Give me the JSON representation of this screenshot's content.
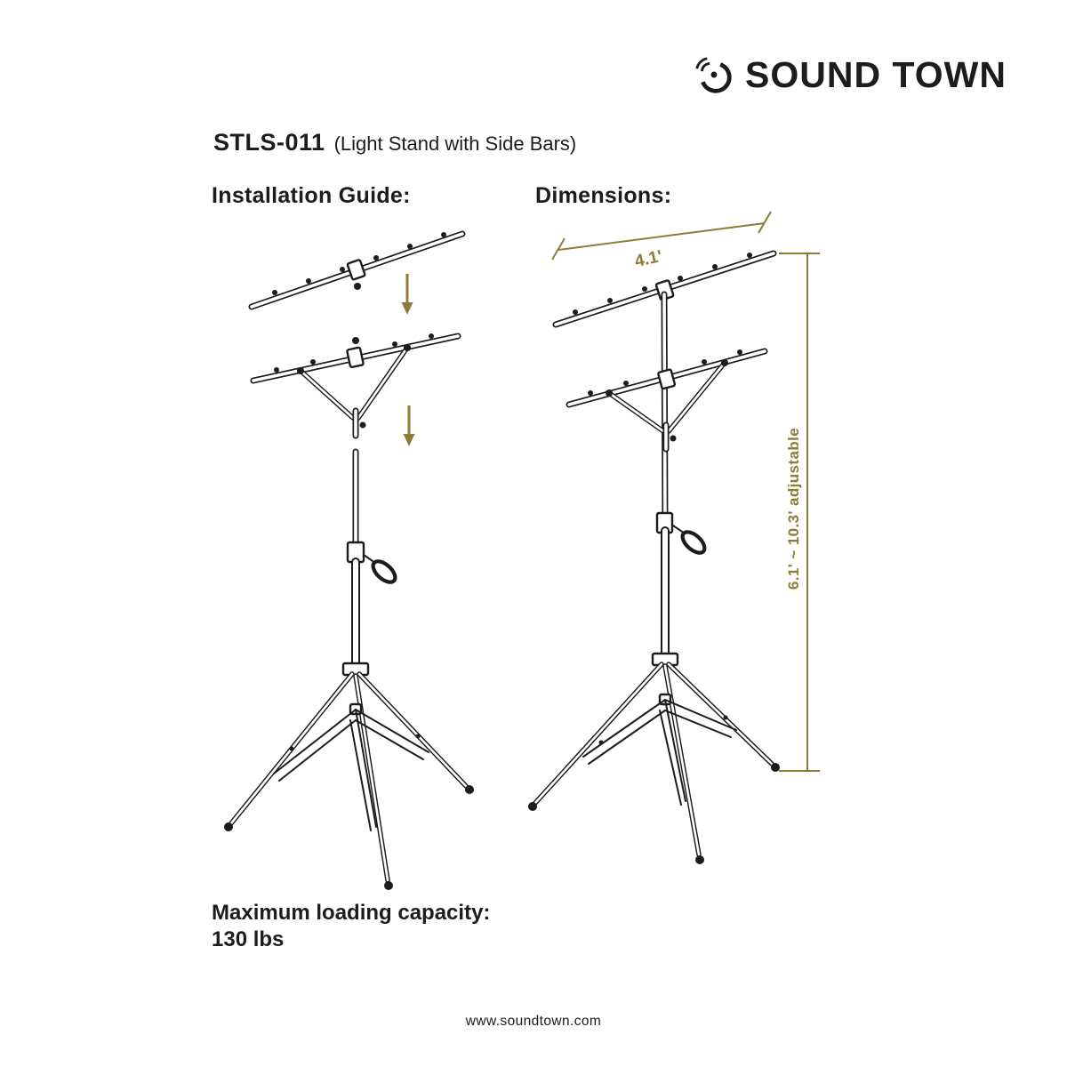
{
  "brand": {
    "name": "SOUND TOWN"
  },
  "product": {
    "model": "STLS-011",
    "description": "(Light Stand with Side Bars)"
  },
  "sections": {
    "installation": "Installation Guide:",
    "dimensions": "Dimensions:"
  },
  "dimensions": {
    "width": "4.1'",
    "height": "6.1' ~ 10.3' adjustable"
  },
  "capacity": {
    "label": "Maximum loading capacity:",
    "value": "130 lbs"
  },
  "footer": {
    "url": "www.soundtown.com"
  },
  "colors": {
    "line": "#1c1c1c",
    "dimension": "#8d7c35",
    "background": "#ffffff"
  }
}
